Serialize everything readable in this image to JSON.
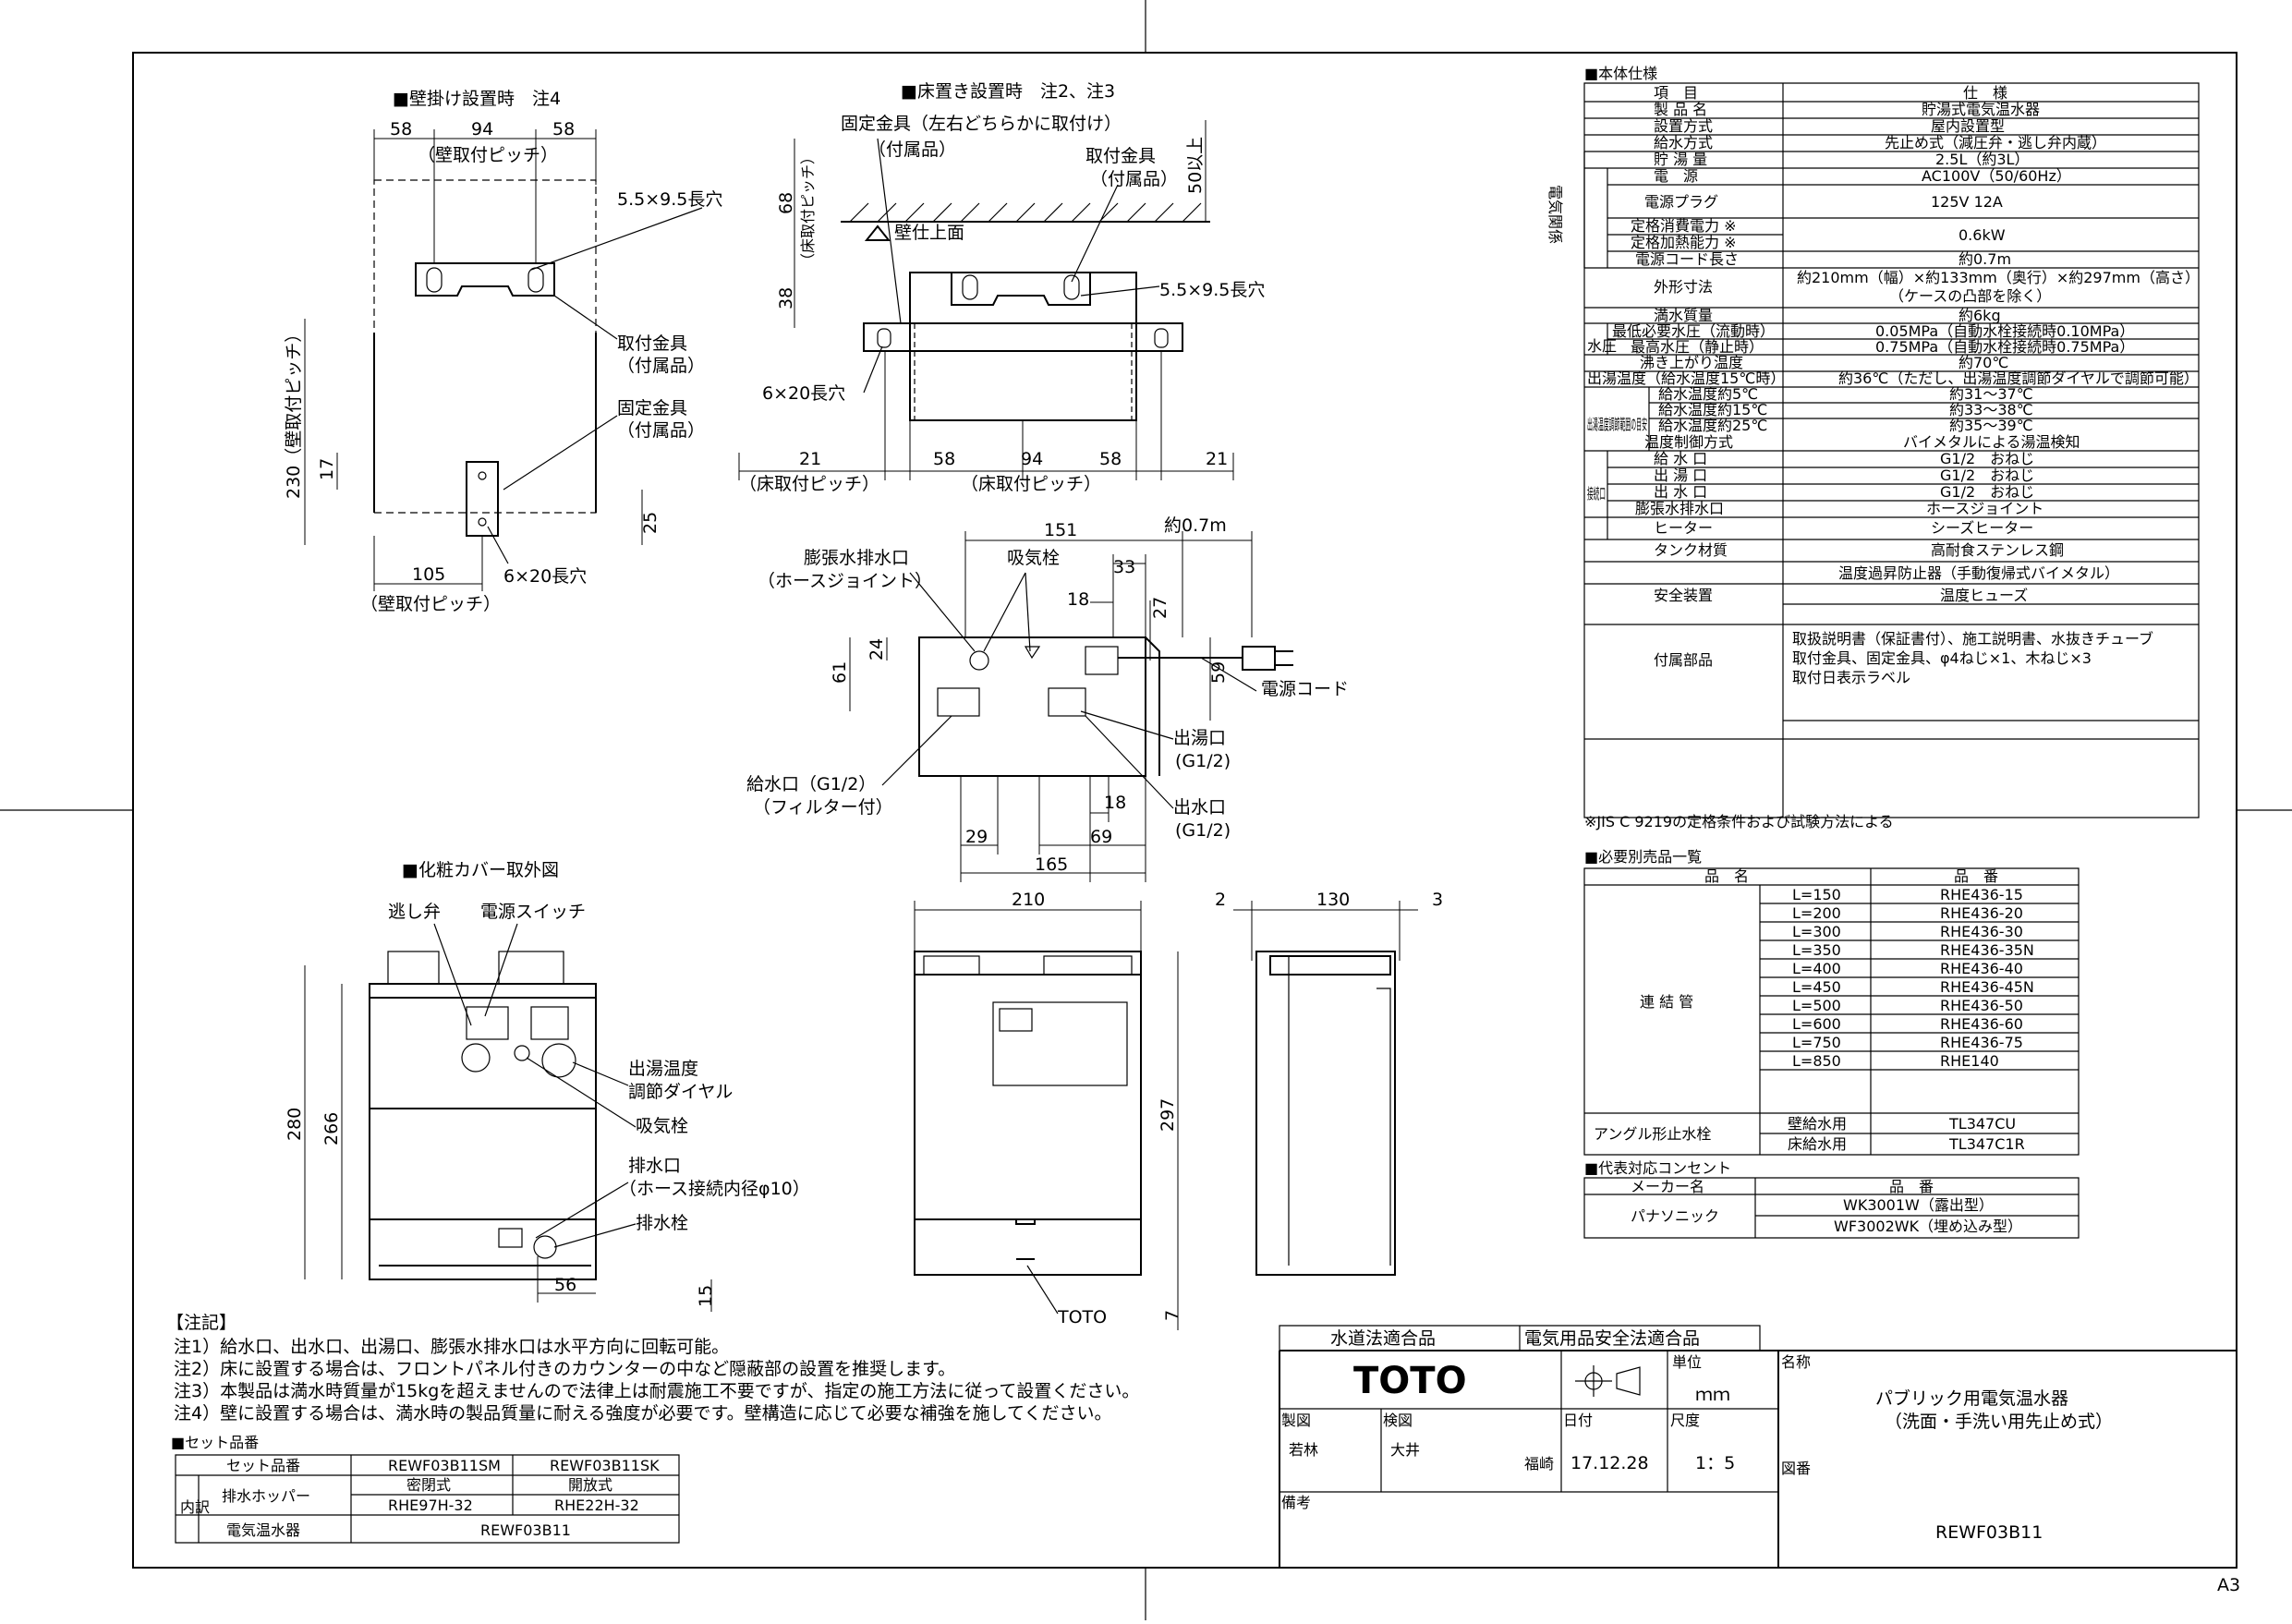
{
  "views": {
    "wall": {
      "title": "■壁掛け設置時　注4",
      "dims": {
        "left": "58",
        "mid": "94",
        "right": "58",
        "pitch": "（壁取付ピッチ）",
        "height": "230（壁取付ピッチ）",
        "d17": "17",
        "d25": "25",
        "bottom": "105",
        "bottom_pitch": "（壁取付ピッチ）"
      },
      "labels": {
        "slot": "5.5×9.5長穴",
        "bracket": "取付金具",
        "bracket_sub": "（付属品）",
        "fix": "固定金具",
        "fix_sub": "（付属品）",
        "hole": "6×20長穴"
      }
    },
    "floor": {
      "title": "■床置き設置時　注2、注3",
      "labels": {
        "fix": "固定金具（左右どちらかに取付け）",
        "fix_sub": "（付属品）",
        "bracket": "取付金具",
        "bracket_sub": "（付属品）",
        "wall_face": "壁仕上面",
        "slot": "5.5×9.5長穴",
        "hole": "6×20長穴"
      },
      "dims": {
        "d50": "50以上",
        "d68": "68",
        "d68_sub": "（床取付ピッチ）",
        "d38": "38",
        "b21l": "21",
        "b58l": "58",
        "b94": "94",
        "b58r": "58",
        "b21r": "21",
        "pitch_l": "（床取付ピッチ）",
        "pitch_c": "（床取付ピッチ）"
      }
    },
    "top": {
      "labels": {
        "exp_drain": "膨張水排水口",
        "exp_drain_sub": "（ホースジョイント）",
        "air": "吸気栓",
        "cord": "電源コード",
        "hot_out": "出湯口",
        "hot_out_sub": "(G1/2)",
        "water_out": "出水口",
        "water_out_sub": "(G1/2)",
        "water_in": "給水口（G1/2）",
        "water_in_sub": "（フィルター付）"
      },
      "dims": {
        "w151": "151",
        "cord_len": "約0.7m",
        "d33": "33",
        "d18a": "18",
        "d27": "27",
        "d24": "24",
        "d61": "61",
        "d59": "59",
        "d18b": "18",
        "d29": "29",
        "d69": "69",
        "d165": "165"
      }
    },
    "cover": {
      "title": "■化粧カバー取外図",
      "labels": {
        "relief": "逃し弁",
        "switch": "電源スイッチ",
        "dial": "出湯温度",
        "dial2": "調節ダイヤル",
        "air": "吸気栓",
        "drain": "排水口",
        "drain_sub": "（ホース接続内径φ10）",
        "plug": "排水栓"
      },
      "dims": {
        "h280": "280",
        "h266": "266",
        "d15": "15",
        "d56": "56"
      }
    },
    "front": {
      "dims": {
        "w210": "210",
        "h297": "297",
        "d7": "7"
      },
      "brand": "TOTO"
    },
    "side": {
      "dims": {
        "d2": "2",
        "d130": "130",
        "d3": "3"
      }
    }
  },
  "notes": {
    "title": "【注記】",
    "items": [
      "注1）給水口、出水口、出湯口、膨張水排水口は水平方向に回転可能。",
      "注2）床に設置する場合は、フロントパネル付きのカウンターの中など隠蔽部の設置を推奨します。",
      "注3）本製品は満水時質量が15kgを超えませんので法律上は耐震施工不要ですが、指定の施工方法に従って設置ください。",
      "注4）壁に設置する場合は、満水時の製品質量に耐える強度が必要です。壁構造に応じて必要な補強を施してください。"
    ]
  },
  "set_table": {
    "title": "■セット品番",
    "h_set": "セット品番",
    "col1": "REWF03B11SM",
    "col2": "REWF03B11SK",
    "side": "内訳",
    "r1": "排水ホッパー",
    "r1a": "密閉式",
    "r1b": "開放式",
    "r1c": "RHE97H-32",
    "r1d": "RHE22H-32",
    "r2": "電気温水器",
    "r2v": "REWF03B11"
  },
  "spec": {
    "title": "■本体仕様",
    "h_item": "項　目",
    "h_spec": "仕　様",
    "rows": [
      [
        "製 品 名",
        "貯湯式電気温水器"
      ],
      [
        "設置方式",
        "屋内設置型"
      ],
      [
        "給水方式",
        "先止め式（減圧弁・逃し弁内蔵）"
      ],
      [
        "貯 湯 量",
        "2.5L（約3L）"
      ]
    ],
    "elec_label": "電気関係",
    "elec_rows": [
      [
        "電　源",
        "AC100V（50/60Hz）"
      ],
      [
        "電源プラグ",
        "125V 12A"
      ],
      [
        "定格消費電力 ※",
        "0.6kW"
      ],
      [
        "定格加熱能力 ※",
        ""
      ],
      [
        "電源コード長さ",
        "約0.7m"
      ]
    ],
    "dim_label": "外形寸法",
    "dim_v1": "約210mm（幅）×約133mm（奥行）×約297mm（高さ）",
    "dim_v2": "（ケースの凸部を除く）",
    "mass_label": "満水質量",
    "mass_v": "約6kg",
    "wp_label": "水圧",
    "wp_rows": [
      [
        "最低必要水圧（流動時）",
        "0.05MPa（自動水栓接続時0.10MPa）"
      ],
      [
        "最高水圧（静止時）",
        "0.75MPa（自動水栓接続時0.75MPa）"
      ]
    ],
    "boil_label": "沸き上がり温度",
    "boil_v": "約70℃",
    "out_label": "出湯温度（給水温度15℃時）",
    "out_v": "約36℃（ただし、出湯温度調節ダイヤルで調節可能）",
    "adj_label": "出湯温度調節範囲の目安",
    "adj_rows": [
      [
        "給水温度約5℃",
        "約31～37℃"
      ],
      [
        "給水温度約15℃",
        "約33～38℃"
      ],
      [
        "給水温度約25℃",
        "約35～39℃"
      ]
    ],
    "ctrl_label": "温度制御方式",
    "ctrl_v": "バイメタルによる湯温検知",
    "conn_label": "接続口",
    "conn_rows": [
      [
        "給 水 口",
        "G1/2　おねじ"
      ],
      [
        "出 湯 口",
        "G1/2　おねじ"
      ],
      [
        "出 水 口",
        "G1/2　おねじ"
      ],
      [
        "膨張水排水口",
        "ホースジョイント"
      ]
    ],
    "heater_label": "ヒーター",
    "heater_v": "シーズヒーター",
    "tank_label": "タンク材質",
    "tank_v": "高耐食ステンレス鋼",
    "safety_label": "安全装置",
    "safety_v1": "温度過昇防止器（手動復帰式バイメタル）",
    "safety_v2": "温度ヒューズ",
    "acc_label": "付属部品",
    "acc_v": [
      "取扱説明書（保証書付）、施工説明書、水抜きチューブ",
      "取付金具、固定金具、φ4ねじ×1、木ねじ×3",
      "取付日表示ラベル"
    ],
    "footnote": "※JIS C 9219の定格条件および試験方法による"
  },
  "parts": {
    "title": "■必要別売品一覧",
    "h_name": "品　名",
    "h_no": "品　番",
    "group1": "連 結 管",
    "rows": [
      [
        "L=150",
        "RHE436-15"
      ],
      [
        "L=200",
        "RHE436-20"
      ],
      [
        "L=300",
        "RHE436-30"
      ],
      [
        "L=350",
        "RHE436-35N"
      ],
      [
        "L=400",
        "RHE436-40"
      ],
      [
        "L=450",
        "RHE436-45N"
      ],
      [
        "L=500",
        "RHE436-50"
      ],
      [
        "L=600",
        "RHE436-60"
      ],
      [
        "L=750",
        "RHE436-75"
      ],
      [
        "L=850",
        "RHE140"
      ]
    ],
    "group2": "アングル形止水栓",
    "rows2": [
      [
        "壁給水用",
        "TL347CU"
      ],
      [
        "床給水用",
        "TL347C1R"
      ]
    ]
  },
  "outlet": {
    "title": "■代表対応コンセント",
    "h_maker": "メーカー名",
    "h_no": "品　番",
    "maker": "パナソニック",
    "rows": [
      "WK3001W（露出型）",
      "WF3002WK（埋め込み型）"
    ]
  },
  "titleblock": {
    "water_law": "水道法適合品",
    "elec_law": "電気用品安全法適合品",
    "brand": "TOTO",
    "unit_label": "単位",
    "unit": "ｍｍ",
    "name_label": "名称",
    "name1": "パブリック用電気温水器",
    "name2": "（洗面・手洗い用先止め式）",
    "drawn_label": "製図",
    "drawn": "若林",
    "check_label": "検図",
    "check1": "大井",
    "check2": "福崎",
    "date_label": "日付",
    "date": "17.12.28",
    "scale_label": "尺度",
    "scale": "1：5",
    "remarks_label": "備考",
    "dwg_label": "図番",
    "dwg": "REWF03B11"
  },
  "sheet": "A3"
}
